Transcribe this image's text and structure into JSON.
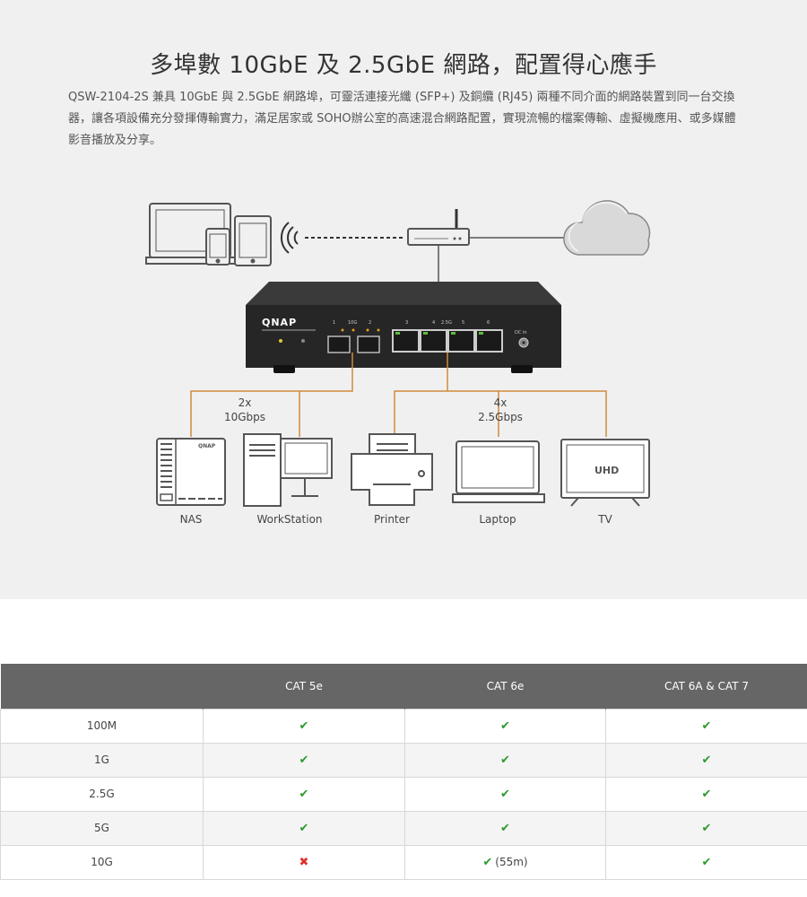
{
  "page": {
    "headline": "多埠數 10GbE 及 2.5GbE 網路，配置得心應手",
    "intro": "QSW-2104-2S 兼具 10GbE 與 2.5GbE 網路埠，可靈活連接光纖 (SFP+) 及銅纜 (RJ45) 兩種不同介面的網路裝置到同一台交換器，讓各項設備充分發揮傳輸實力，滿足居家或 SOHO辦公室的高速混合網路配置，實現流暢的檔案傳輸、虛擬機應用、或多媒體影音播放及分享。"
  },
  "diagram": {
    "brand": "QNAP",
    "port_group_10g": "10G",
    "port_group_25g": "2.5G",
    "port_numbers": [
      "1",
      "2",
      "3",
      "4",
      "5",
      "6"
    ],
    "dc_label": "DC in",
    "sfp_count": "2x",
    "sfp_speed": "10Gbps",
    "rj45_count": "4x",
    "rj45_speed": "2.5Gbps",
    "nas_logo": "QNAP",
    "tv_badge": "UHD",
    "devices": [
      "NAS",
      "WorkStation",
      "Printer",
      "Laptop",
      "TV"
    ],
    "colors": {
      "line": "#d08a3c",
      "device": "#555555",
      "switch": "#2a2a2a"
    }
  },
  "table": {
    "headers": [
      "",
      "CAT 5e",
      "CAT 6e",
      "CAT 6A & CAT 7"
    ],
    "rows": [
      {
        "speed": "100M",
        "cells": [
          "yes",
          "yes",
          "yes"
        ]
      },
      {
        "speed": "1G",
        "cells": [
          "yes",
          "yes",
          "yes"
        ]
      },
      {
        "speed": "2.5G",
        "cells": [
          "yes",
          "yes",
          "yes"
        ]
      },
      {
        "speed": "5G",
        "cells": [
          "yes",
          "yes",
          "yes"
        ]
      },
      {
        "speed": "10G",
        "cells": [
          "no",
          "yes",
          "yes"
        ]
      }
    ],
    "notes": {
      "4.1": "(55m)"
    },
    "icons": {
      "yes": "check-icon",
      "no": "cross-icon"
    },
    "colors": {
      "header_bg": "#666666",
      "check": "#2e9a2e",
      "cross": "#e03030"
    }
  }
}
